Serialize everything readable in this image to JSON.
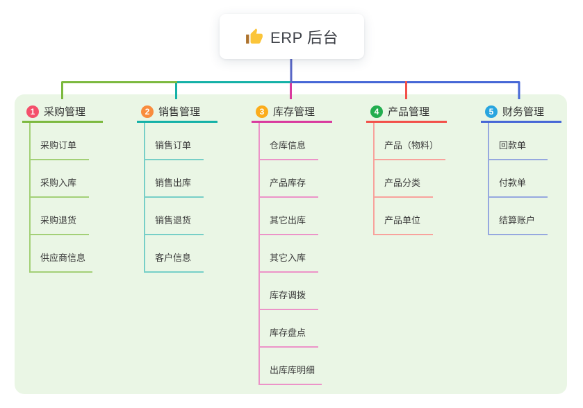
{
  "root": {
    "title": "ERP 后台",
    "icon": "thumbs-up-icon"
  },
  "colors": {
    "trunk": "#5866c6",
    "panel_bg": "#eaf6e5",
    "thumb_hand": "#fbc53a",
    "thumb_cuff": "#ad722c"
  },
  "branches": [
    {
      "number": "1",
      "name": "采购管理",
      "badge_color": "#f4506b",
      "line_color": "#7cb93f",
      "child_line_color": "#a3d077",
      "children": [
        "采购订单",
        "采购入库",
        "采购退货",
        "供应商信息"
      ]
    },
    {
      "number": "2",
      "name": "销售管理",
      "badge_color": "#f98c3d",
      "line_color": "#14b1a7",
      "child_line_color": "#77cfc7",
      "children": [
        "销售订单",
        "销售出库",
        "销售退货",
        "客户信息"
      ]
    },
    {
      "number": "3",
      "name": "库存管理",
      "badge_color": "#fbac1b",
      "line_color": "#d93a9e",
      "child_line_color": "#ec93c8",
      "children": [
        "仓库信息",
        "产品库存",
        "其它出库",
        "其它入库",
        "库存调拨",
        "库存盘点",
        "出库库明细"
      ]
    },
    {
      "number": "4",
      "name": "产品管理",
      "badge_color": "#23ae4f",
      "line_color": "#f25049",
      "child_line_color": "#f8a29c",
      "children": [
        "产品（物料）",
        "产品分类",
        "产品单位"
      ]
    },
    {
      "number": "5",
      "name": "财务管理",
      "badge_color": "#29a5df",
      "line_color": "#4667d6",
      "child_line_color": "#96a8df",
      "children": [
        "回款单",
        "付款单",
        "结算账户"
      ]
    }
  ]
}
